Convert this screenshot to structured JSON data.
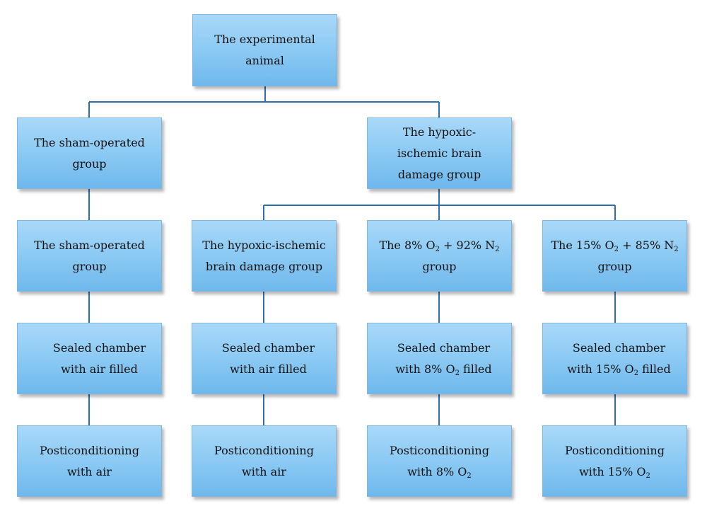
{
  "colors": {
    "box_fill": "#8ecbf4",
    "connector": "#2f6db0"
  },
  "root": "The experimental animal",
  "level2": {
    "sham": "The sham-operated group",
    "hibd": "The hypoxic-ischemic brain damage group"
  },
  "groups": [
    {
      "line1": "The sham-operated",
      "line2": "group"
    },
    {
      "line1": "The hypoxic-ischemic",
      "line2": "brain damage group"
    },
    {
      "a": "The 8% O",
      "b": "2",
      "c": " + 92% N",
      "d": "2",
      "e": " group"
    },
    {
      "a": "The 15% O",
      "b": "2",
      "c": " + 85% N",
      "d": "2",
      "e": " group"
    }
  ],
  "chambers": [
    {
      "line1": "Sealed chamber",
      "line2": "with air filled"
    },
    {
      "line1": "Sealed chamber",
      "line2": "with air filled"
    },
    {
      "line1": "Sealed chamber",
      "line2a": "with 8% O",
      "line2sub": "2",
      "line2b": " filled"
    },
    {
      "line1": "Sealed chamber",
      "line2a": "with 15% O",
      "line2sub": "2",
      "line2b": " filled"
    }
  ],
  "postconditioning": [
    {
      "line1": "Posticonditioning",
      "line2": "with air"
    },
    {
      "line1": "Posticonditioning",
      "line2": "with air"
    },
    {
      "line1": "Posticonditioning",
      "line2a": "with 8% O",
      "line2sub": "2"
    },
    {
      "line1": "Posticonditioning",
      "line2a": "with 15% O",
      "line2sub": "2"
    }
  ]
}
